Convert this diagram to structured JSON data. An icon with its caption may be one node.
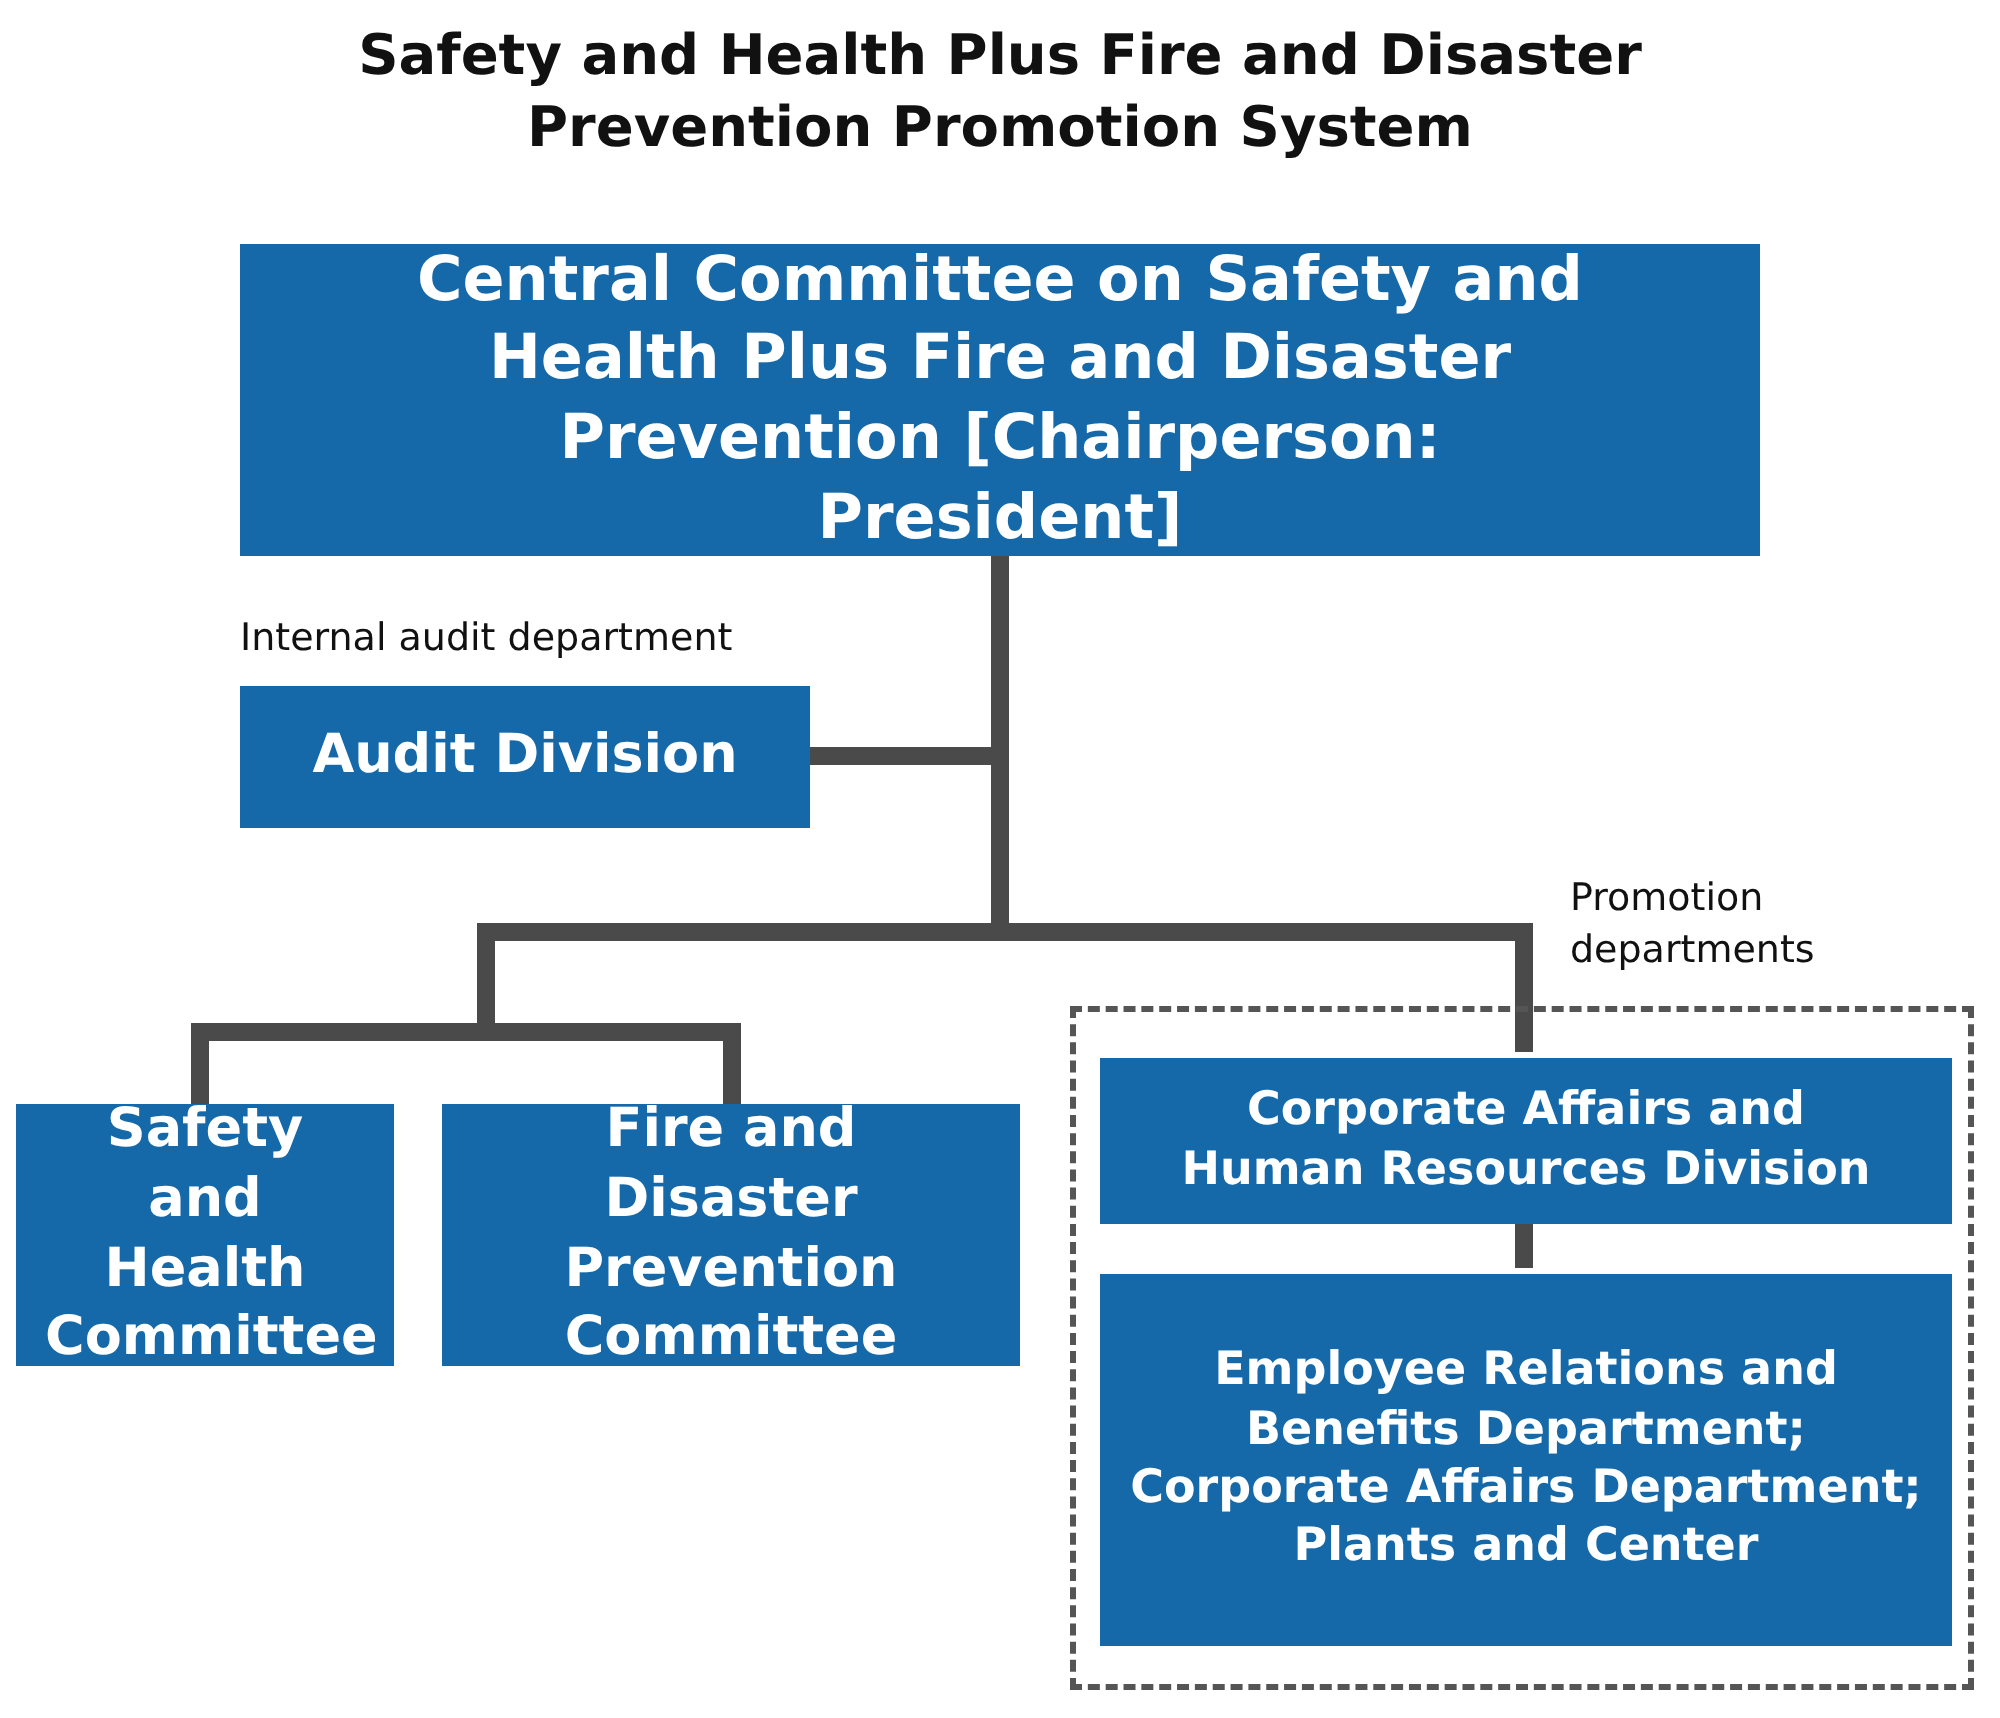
{
  "diagram": {
    "title": "Safety and Health Plus Fire and Disaster Prevention Promotion System",
    "nodes": [
      {
        "text": [
          "Central Committee on Safety and Health Plus Fire and Disaster Prevention [Chairperson: President]"
        ]
      },
      {
        "text": [
          "Audit Division"
        ],
        "beside": [
          "Internal audit department"
        ]
      },
      {
        "text": [
          "Safety and Health Committee"
        ]
      },
      {
        "text": [
          "Fire and Disaster Prevention Committee"
        ]
      },
      {
        "text": [
          "Promotion departments"
        ]
      },
      {
        "text": [
          "Corporate Affairs and Human Resources Division"
        ],
        "in": 4
      },
      {
        "text": [
          "Employee Relations and Benefits Department; Corporate Affairs Department; Plants and Center"
        ],
        "in": 4
      }
    ],
    "edges": [
      {
        "from": 0,
        "to": 1,
        "arrow": "none"
      },
      {
        "from": 0,
        "to": 2,
        "arrow": "none"
      },
      {
        "from": 0,
        "to": 3,
        "arrow": "none"
      },
      {
        "from": 0,
        "to": 5,
        "arrow": "none"
      },
      {
        "from": 5,
        "to": 6,
        "arrow": "none"
      }
    ]
  }
}
